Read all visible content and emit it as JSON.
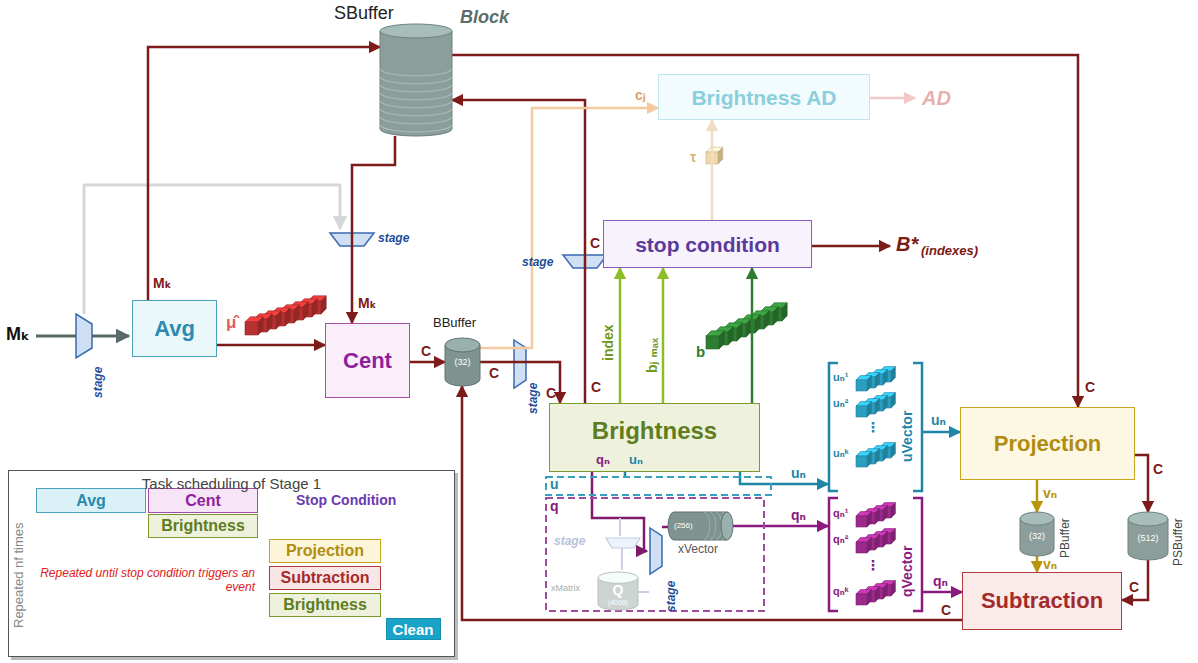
{
  "diagram": {
    "nodes": [
      {
        "text": [
          "SBuffer",
          "Block"
        ]
      },
      {
        "text": [
          "Brightness AD"
        ]
      },
      {
        "text": [
          "stop condition"
        ]
      },
      {
        "text": [
          "Avg"
        ]
      },
      {
        "text": [
          "Cent"
        ]
      },
      {
        "text": [
          "BBuffer",
          "(32)"
        ]
      },
      {
        "text": [
          "Brightness"
        ]
      },
      {
        "text": [
          "u"
        ]
      },
      {
        "text": [
          "q"
        ]
      },
      {
        "text": [
          "xMatrix",
          "Q",
          "(4096)"
        ],
        "in": 8
      },
      {
        "text": [
          "(256)",
          "xVector"
        ],
        "in": 8
      },
      {
        "text": [
          "uVector"
        ]
      },
      {
        "text": [
          "qVector"
        ]
      },
      {
        "text": [
          "Projection"
        ]
      },
      {
        "text": [
          "PBuffer",
          "(32)"
        ]
      },
      {
        "text": [
          "PSBuffer",
          "(512)"
        ]
      },
      {
        "text": [
          "Subtraction"
        ]
      },
      {
        "text": [
          "Task scheduling of Stage 1"
        ]
      },
      {
        "text": [
          "Avg"
        ],
        "in": 17
      },
      {
        "text": [
          "Cent"
        ],
        "in": 17
      },
      {
        "text": [
          "Brightness"
        ],
        "in": 17
      },
      {
        "text": [
          "Projection"
        ],
        "in": 17
      },
      {
        "text": [
          "Subtraction"
        ],
        "in": 17
      },
      {
        "text": [
          "Brightness"
        ],
        "in": 17
      },
      {
        "text": [
          "Clean"
        ],
        "in": 17
      }
    ],
    "edges": [
      {
        "from": 3,
        "to": 4,
        "arrow": "to"
      },
      {
        "from": 0,
        "to": 4,
        "label": "Mₖ",
        "arrow": "to"
      },
      {
        "from": 4,
        "to": 5,
        "label": "C",
        "arrow": "to"
      },
      {
        "from": 5,
        "to": 6,
        "label": "C",
        "arrow": "to"
      },
      {
        "from": 6,
        "to": 0,
        "label": "C",
        "arrow": "to"
      },
      {
        "from": 5,
        "to": 1,
        "label": "cⱼ",
        "arrow": "to"
      },
      {
        "from": 6,
        "to": 2,
        "label": "index",
        "arrow": "to"
      },
      {
        "from": 6,
        "to": 2,
        "label": "bⱼ ₘₐₓ",
        "arrow": "to"
      },
      {
        "from": 6,
        "to": 2,
        "arrow": "to"
      },
      {
        "from": 2,
        "to": 1,
        "arrow": "to"
      },
      {
        "from": 0,
        "to": 13,
        "label": "C",
        "arrow": "to"
      },
      {
        "from": 6,
        "to": 11,
        "label": "uₙ",
        "arrow": "to"
      },
      {
        "from": 11,
        "to": 13,
        "label": "uₙ",
        "arrow": "to"
      },
      {
        "from": 10,
        "to": 12,
        "label": "qₙ",
        "arrow": "to"
      },
      {
        "from": 12,
        "to": 16,
        "label": "qₙ",
        "arrow": "to"
      },
      {
        "from": 13,
        "to": 14,
        "label": "vₙ",
        "arrow": "to"
      },
      {
        "from": 14,
        "to": 16,
        "label": "vₙ",
        "arrow": "to"
      },
      {
        "from": 13,
        "to": 15,
        "label": "C",
        "arrow": "to"
      },
      {
        "from": 15,
        "to": 16,
        "label": "C",
        "arrow": "to"
      },
      {
        "from": 16,
        "to": 5,
        "label": "C",
        "arrow": "to"
      },
      {
        "from": 3,
        "to": 0,
        "label": "Mₖ",
        "arrow": "to"
      }
    ],
    "labels": [
      "Mₖ",
      "μ̂",
      "b",
      "τ",
      "AD",
      "B*",
      "(indexes)",
      "stage",
      "stage",
      "stage",
      "stage",
      "stage",
      "stage",
      "qₙ",
      "uₙ",
      "uₙ¹",
      "uₙ²",
      "⋮",
      "uₙᵏ",
      "qₙ¹",
      "qₙ²",
      "⋮",
      "qₙᵏ",
      "C",
      "C",
      "Stop Condition",
      "Repeated until stop condition triggers an event",
      "Repeated nf times"
    ]
  }
}
